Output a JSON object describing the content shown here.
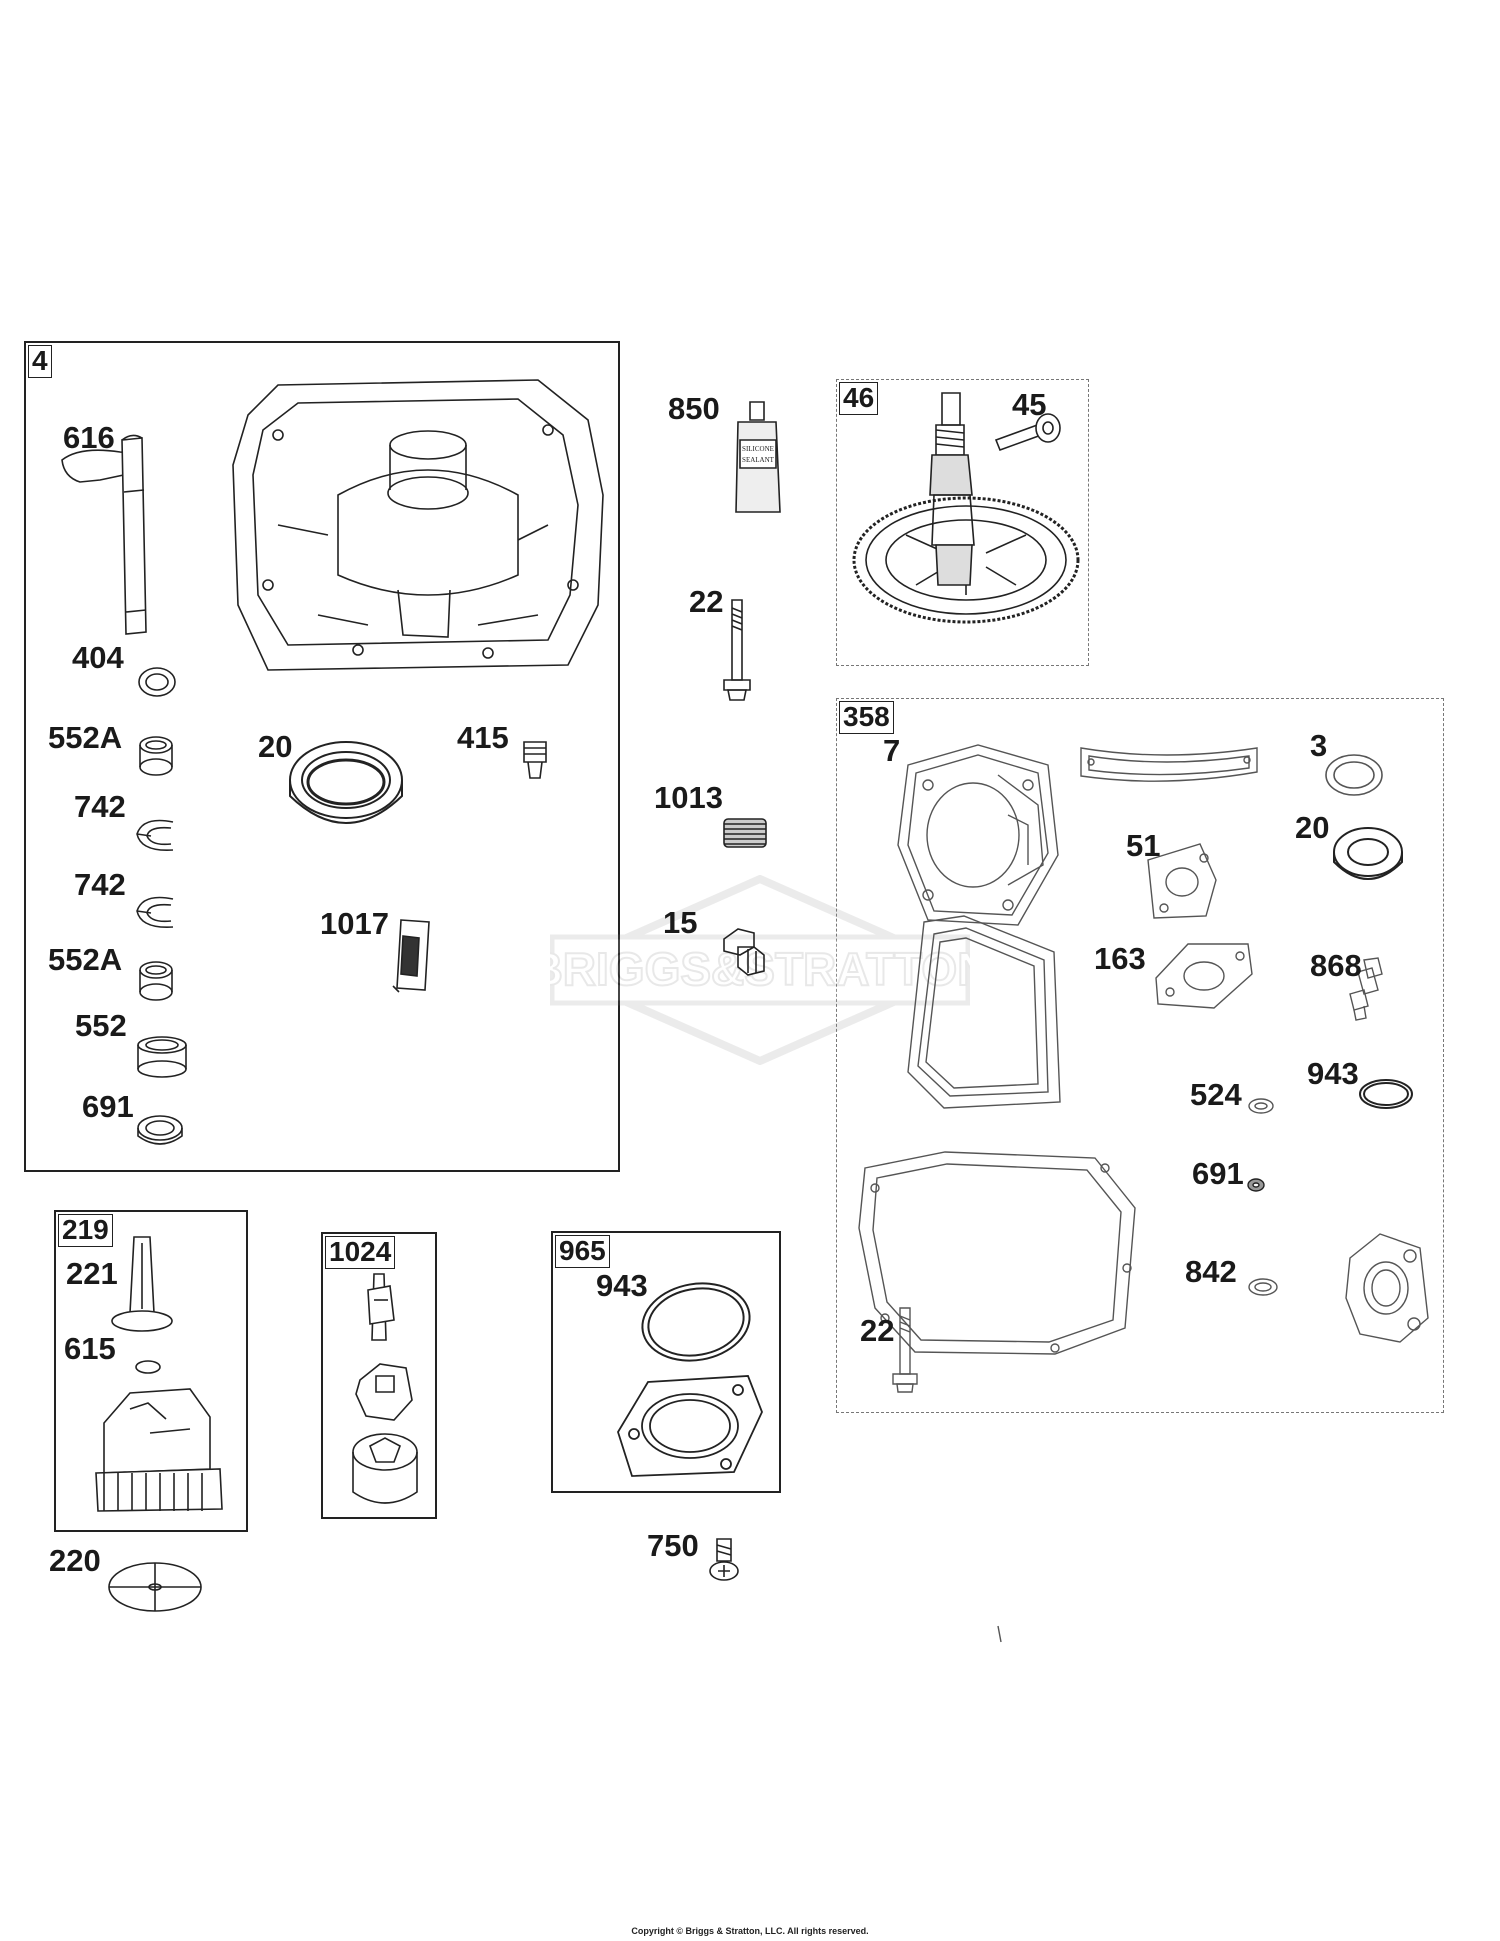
{
  "groups": {
    "g4": {
      "tag": "4"
    },
    "g46": {
      "tag": "46"
    },
    "g358": {
      "tag": "358"
    },
    "g219": {
      "tag": "219"
    },
    "g1024": {
      "tag": "1024"
    },
    "g965": {
      "tag": "965"
    }
  },
  "callouts": {
    "c616": "616",
    "c404": "404",
    "c552A_1": "552A",
    "c742_1": "742",
    "c742_2": "742",
    "c552A_2": "552A",
    "c552": "552",
    "c691_1": "691",
    "c20_1": "20",
    "c415": "415",
    "c1017": "1017",
    "c850": "850",
    "c22_1": "22",
    "c1013": "1013",
    "c15": "15",
    "c45": "45",
    "c7": "7",
    "c3": "3",
    "c20_2": "20",
    "c51": "51",
    "c163": "163",
    "c868": "868",
    "c524": "524",
    "c943_1": "943",
    "c691_2": "691",
    "c842": "842",
    "c22_2": "22",
    "c221": "221",
    "c615": "615",
    "c220": "220",
    "c943_2": "943",
    "c750": "750"
  },
  "sealant_tube_text": [
    "SILICONE",
    "SEALANT"
  ],
  "watermark": "BRIGGS&STRATTON",
  "icon_names": [
    "crankcase-icon",
    "camshaft-gear-icon",
    "gasket-icon",
    "oil-seal-icon",
    "bolt-icon",
    "oil-pump-icon",
    "governor-gear-icon",
    "brand-logo-icon"
  ],
  "copyright": "Copyright © Briggs & Stratton, LLC. All rights reserved."
}
